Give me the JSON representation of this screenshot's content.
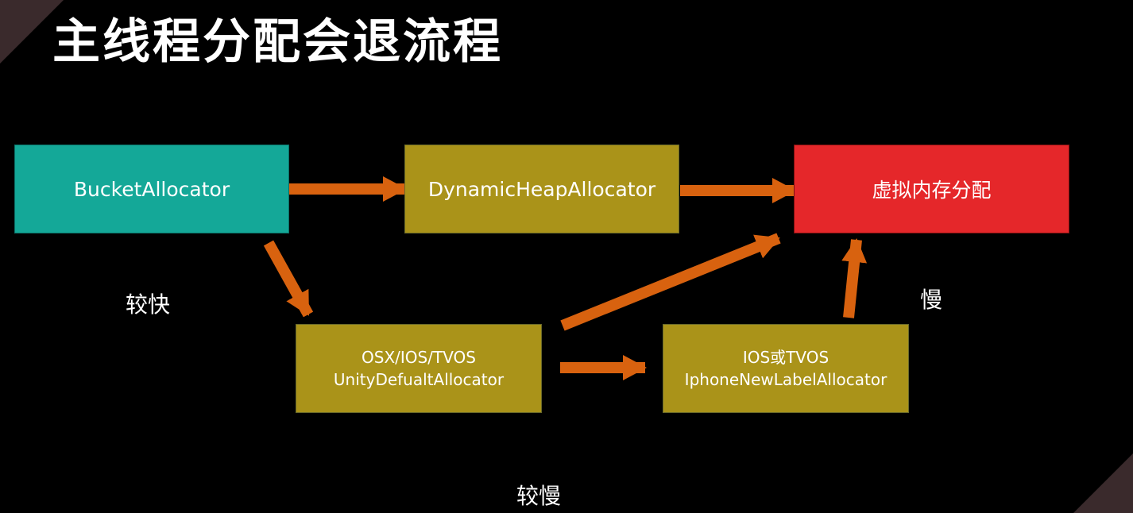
{
  "title": "主线程分配会退流程",
  "colors": {
    "background": "#000000",
    "teal": "#14a898",
    "olive": "#aa9319",
    "red": "#e5272a",
    "arrow": "#d8620f",
    "text": "#ffffff"
  },
  "boxes": {
    "bucket": {
      "label": "BucketAllocator",
      "color": "#14a898"
    },
    "dynamic": {
      "label": "DynamicHeapAllocator",
      "color": "#aa9319"
    },
    "virtual": {
      "label": "虚拟内存分配",
      "color": "#e5272a"
    },
    "unity": {
      "line1": "OSX/IOS/TVOS",
      "line2": "UnityDefualtAllocator",
      "color": "#aa9319"
    },
    "iphone": {
      "line1": "IOS或TVOS",
      "line2": "IphoneNewLabelAllocator",
      "color": "#aa9319"
    }
  },
  "labels": {
    "fast": "较快",
    "slower": "较慢",
    "slow": "慢"
  },
  "edges": [
    {
      "from": "BucketAllocator",
      "to": "DynamicHeapAllocator"
    },
    {
      "from": "DynamicHeapAllocator",
      "to": "虚拟内存分配"
    },
    {
      "from": "BucketAllocator",
      "to": "UnityDefualtAllocator"
    },
    {
      "from": "UnityDefualtAllocator",
      "to": "虚拟内存分配"
    },
    {
      "from": "UnityDefualtAllocator",
      "to": "IphoneNewLabelAllocator"
    },
    {
      "from": "IphoneNewLabelAllocator",
      "to": "虚拟内存分配"
    }
  ]
}
